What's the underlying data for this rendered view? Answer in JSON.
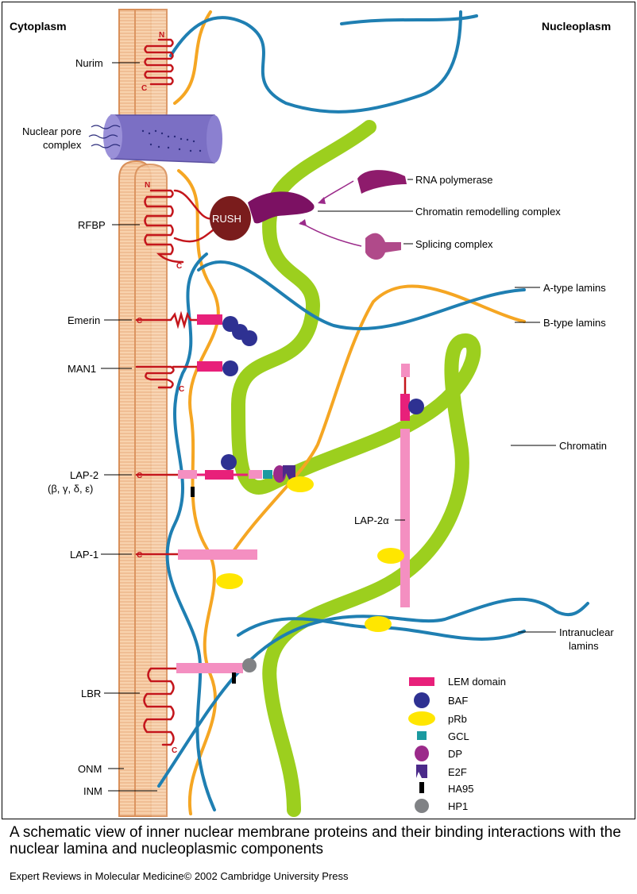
{
  "regions": {
    "left": "Cytoplasm",
    "right": "Nucleoplasm"
  },
  "membrane_proteins": {
    "nurim": "Nurim",
    "npc_line1": "Nuclear pore",
    "npc_line2": "complex",
    "rfbp": "RFBP",
    "emerin": "Emerin",
    "man1": "MAN1",
    "lap2": "LAP-2",
    "lap2_isoforms": "(β, γ, δ, ε)",
    "lap1": "LAP-1",
    "lbr": "LBR",
    "onm": "ONM",
    "inm": "INM"
  },
  "terminal_labels": {
    "n": "N",
    "c": "C"
  },
  "nuclear_labels": {
    "rush": "RUSH",
    "rna_polymerase": "RNA polymerase",
    "chromatin_remodelling": "Chromatin remodelling complex",
    "splicing": "Splicing complex",
    "a_type": "A-type lamins",
    "b_type": "B-type lamins",
    "chromatin": "Chromatin",
    "lap2a": "LAP-2α",
    "intranuclear_line1": "Intranuclear",
    "intranuclear_line2": "lamins"
  },
  "legend": [
    {
      "label": "LEM domain",
      "icon": "lem-bar",
      "color": "#e8207a"
    },
    {
      "label": "BAF",
      "icon": "baf-circle",
      "color": "#2e3192"
    },
    {
      "label": "pRb",
      "icon": "prb-ellipse",
      "color": "#ffe600"
    },
    {
      "label": "GCL",
      "icon": "gcl-square",
      "color": "#1a9aa0"
    },
    {
      "label": "DP",
      "icon": "dp-circle",
      "color": "#9b2a8a"
    },
    {
      "label": "E2F",
      "icon": "e2f-notch",
      "color": "#4b2a8a"
    },
    {
      "label": "HA95",
      "icon": "ha95-bar",
      "color": "#000000"
    },
    {
      "label": "HP1",
      "icon": "hp1-circle",
      "color": "#808285"
    }
  ],
  "colors": {
    "membrane": "#f6c9a0",
    "membrane_edge": "#d9905a",
    "protein": "#c4161c",
    "a_type_lamin": "#1f7fb2",
    "b_type_lamin": "#f5a623",
    "chromatin": "#9ccf1e",
    "lap_pink": "#f48fc1",
    "npc": "#7b6fc4"
  },
  "caption": "A schematic view of inner nuclear membrane proteins and their binding interactions with the nuclear lamina and nucleoplasmic components",
  "credit": "Expert Reviews in Molecular Medicine© 2002 Cambridge University Press"
}
